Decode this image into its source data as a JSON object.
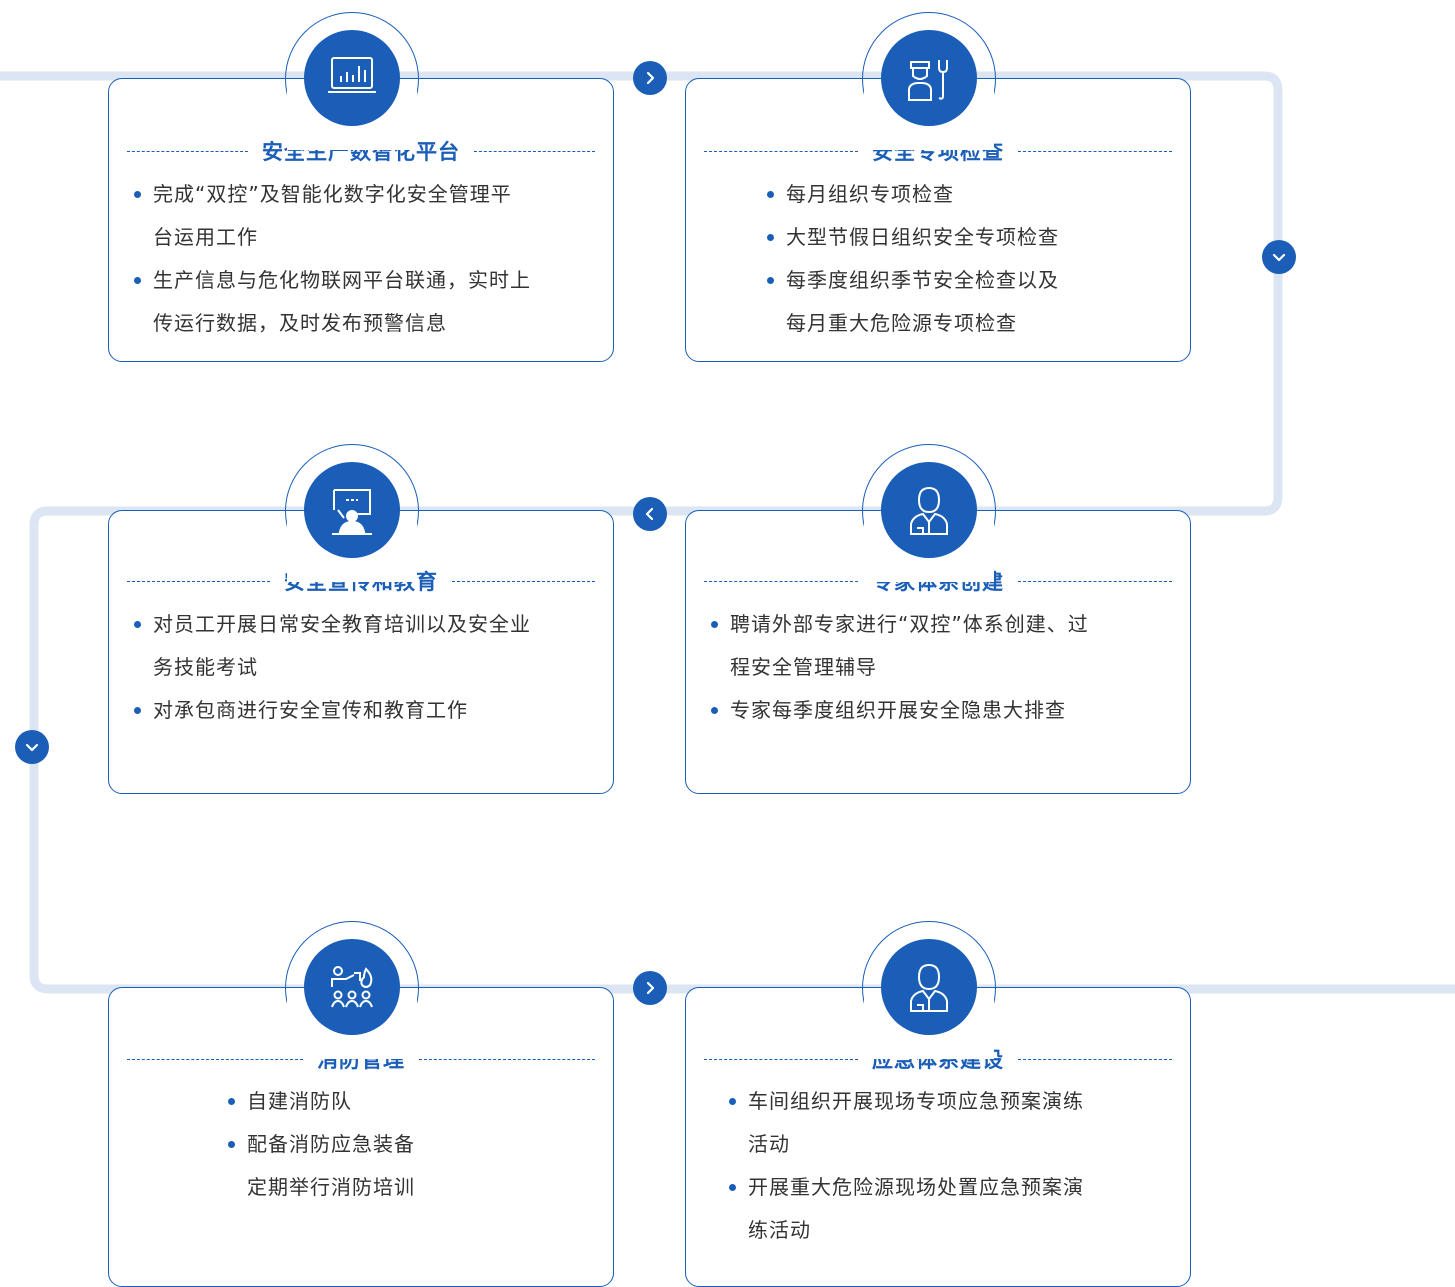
{
  "colors": {
    "accent": "#1a5eb8",
    "connector": "#dbe5f3",
    "text": "#333333"
  },
  "cards": [
    {
      "id": "digital",
      "icon": "monitor-chart-icon",
      "title": "安全生产数智化平台",
      "items": [
        {
          "lines": [
            "完成“双控”及智能化数字化安全管理平",
            "台运用工作"
          ]
        },
        {
          "lines": [
            "生产信息与危化物联网平台联通，实时上",
            "传运行数据，及时发布预警信息"
          ]
        }
      ]
    },
    {
      "id": "inspection",
      "icon": "worker-wrench-icon",
      "title": "安全专项检查",
      "items": [
        {
          "lines": [
            "每月组织专项检查"
          ]
        },
        {
          "lines": [
            "大型节假日组织安全专项检查"
          ]
        },
        {
          "lines": [
            "每季度组织季节安全检查以及",
            "每月重大危险源专项检查"
          ]
        }
      ]
    },
    {
      "id": "education",
      "icon": "presenter-screen-icon",
      "title": "安全宣传和教育",
      "items": [
        {
          "lines": [
            "对员工开展日常安全教育培训以及安全业",
            "务技能考试"
          ]
        },
        {
          "lines": [
            "对承包商进行安全宣传和教育工作"
          ]
        }
      ]
    },
    {
      "id": "expert",
      "icon": "expert-person-icon",
      "title": "专家体系创建",
      "items": [
        {
          "lines": [
            "聘请外部专家进行“双控”体系创建、过",
            "程安全管理辅导"
          ]
        },
        {
          "lines": [
            "专家每季度组织开展安全隐患大排查"
          ]
        }
      ]
    },
    {
      "id": "fire",
      "icon": "fire-training-icon",
      "title": "消防管理",
      "items": [
        {
          "lines": [
            "自建消防队"
          ]
        },
        {
          "lines": [
            "配备消防应急装备",
            "定期举行消防培训"
          ]
        }
      ]
    },
    {
      "id": "emergency",
      "icon": "expert-person-icon",
      "title": "应急体系建设",
      "items": [
        {
          "lines": [
            "车间组织开展现场专项应急预案演练",
            "活动"
          ]
        },
        {
          "lines": [
            "开展重大危险源现场处置应急预案演",
            "练活动"
          ]
        }
      ]
    }
  ],
  "nav_buttons": [
    {
      "name": "arrow-right-icon",
      "dir": "right"
    },
    {
      "name": "arrow-down-icon",
      "dir": "down"
    },
    {
      "name": "arrow-left-icon",
      "dir": "left"
    },
    {
      "name": "arrow-down-icon",
      "dir": "down"
    },
    {
      "name": "arrow-right-icon",
      "dir": "right"
    }
  ]
}
